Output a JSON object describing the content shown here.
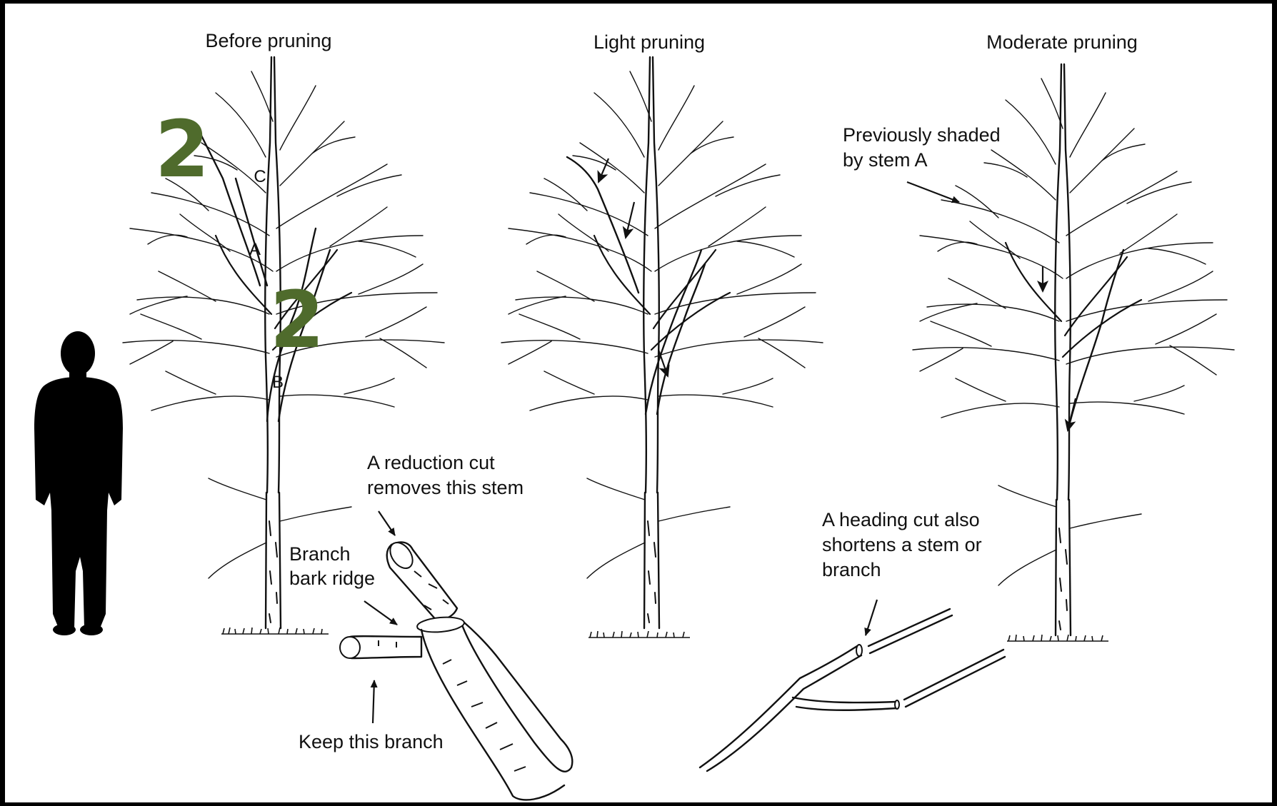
{
  "panels": [
    {
      "title": "Before pruning"
    },
    {
      "title": "Light pruning"
    },
    {
      "title": "Moderate pruning"
    }
  ],
  "stem_labels": {
    "c": "C",
    "a": "A",
    "b": "B"
  },
  "overlay_marks": [
    "2",
    "2"
  ],
  "annotations": {
    "reduction_cut_line1": "A reduction cut",
    "reduction_cut_line2": "removes this stem",
    "branch_bark_line1": "Branch",
    "branch_bark_line2": "bark ridge",
    "keep_branch": "Keep this branch",
    "shaded_line1": "Previously shaded",
    "shaded_line2": "by stem A",
    "heading_line1": "A heading cut also",
    "heading_line2": "shortens a stem or",
    "heading_line3": "branch"
  },
  "colors": {
    "frame": "#000000",
    "background": "#ffffff",
    "ink": "#111111",
    "mark": "#4f6b2c"
  },
  "icons": [
    "person-silhouette-icon",
    "tree-icon",
    "cut-arrow-icon"
  ]
}
